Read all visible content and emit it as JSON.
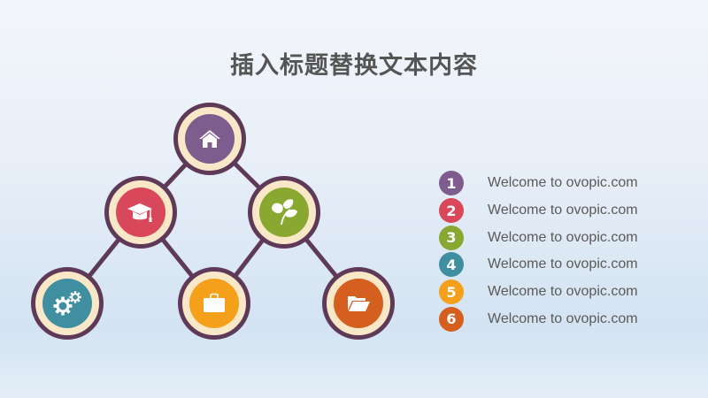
{
  "title": "插入标题替换文本内容",
  "colors": {
    "ring": "#5e3a58",
    "ring_fill": "#f9e8c8",
    "purple": "#7f5c8e",
    "red": "#d9485a",
    "green": "#88a832",
    "teal": "#3f8fa0",
    "orange": "#f5a01a",
    "burnt": "#d45f1e"
  },
  "nodes": [
    {
      "id": "top",
      "icon": "home-icon",
      "color": "#7f5c8e"
    },
    {
      "id": "mid-left",
      "icon": "graduation-cap-icon",
      "color": "#d9485a"
    },
    {
      "id": "mid-right",
      "icon": "leaf-icon",
      "color": "#88a832"
    },
    {
      "id": "bottom-left",
      "icon": "gears-icon",
      "color": "#3f8fa0"
    },
    {
      "id": "bottom-center",
      "icon": "briefcase-icon",
      "color": "#f5a01a"
    },
    {
      "id": "bottom-right",
      "icon": "folder-icon",
      "color": "#d45f1e"
    }
  ],
  "legend": [
    {
      "number": "1",
      "text": "Welcome to ovopic.com",
      "color": "#7f5c8e"
    },
    {
      "number": "2",
      "text": "Welcome to ovopic.com",
      "color": "#d9485a"
    },
    {
      "number": "3",
      "text": "Welcome to ovopic.com",
      "color": "#88a832"
    },
    {
      "number": "4",
      "text": "Welcome to ovopic.com",
      "color": "#3f8fa0"
    },
    {
      "number": "5",
      "text": "Welcome to ovopic.com",
      "color": "#f5a01a"
    },
    {
      "number": "6",
      "text": "Welcome to ovopic.com",
      "color": "#d45f1e"
    }
  ]
}
